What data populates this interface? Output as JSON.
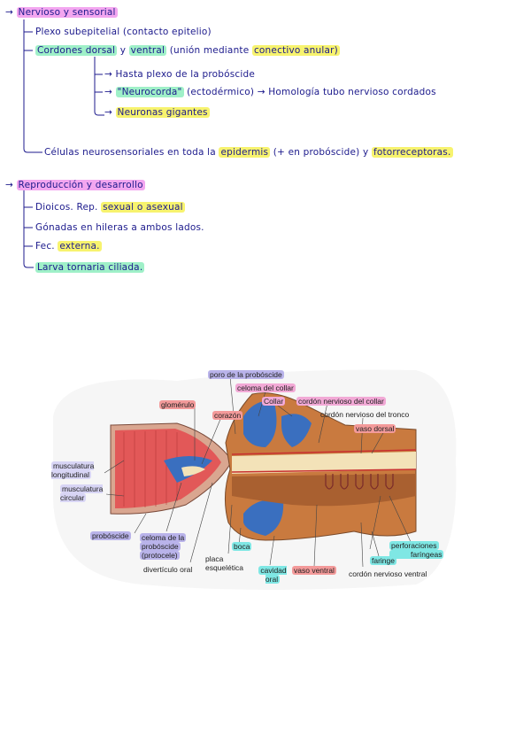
{
  "notes": {
    "section1": {
      "heading": "Nervioso y sensorial",
      "item1": "Plexo subepitelial (contacto epitelio)",
      "item2_a": "Cordones dorsal",
      "item2_b": "y",
      "item2_c": "ventral",
      "item2_d": "(unión mediante",
      "item2_e": "conectivo anular)",
      "sub1": "Hasta plexo de la probóscide",
      "sub2_a": "\"Neurocorda\"",
      "sub2_b": "(ectodérmico) → Homología tubo nervioso cordados",
      "sub3": "Neuronas gigantes",
      "item3_a": "Células neurosensoriales en toda la",
      "item3_b": "epidermis",
      "item3_c": "(+ en probóscide) y",
      "item3_d": "fotorreceptoras."
    },
    "section2": {
      "heading": "Reproducción y desarrollo",
      "item1_a": "Dioicos. Rep.",
      "item1_b": "sexual o asexual",
      "item2": "Gónadas en hileras a ambos lados.",
      "item3_a": "Fec.",
      "item3_b": "externa.",
      "item4": "Larva tornaria ciliada."
    }
  },
  "diagram_labels": {
    "poro": "poro de la probóscide",
    "celoma_collar": "celoma del collar",
    "glomerulo": "glomérulo",
    "collar": "Collar",
    "cordon_collar": "cordón nervioso del collar",
    "corazon": "corazón",
    "cordon_tronco": "cordón nervioso del tronco",
    "vaso_dorsal": "vaso dorsal",
    "musc_long": "musculatura longitudinal",
    "musc_circ": "musculatura circular",
    "proboscide": "probóscide",
    "celoma_prob_a": "celoma de la",
    "celoma_prob_b": "probóscide",
    "protocele": "(protocele)",
    "diverticulo": "divertículo oral",
    "placa": "placa esquelética",
    "boca": "boca",
    "cavidad": "cavidad oral",
    "vaso_ventral": "vaso ventral",
    "faringe": "faringe",
    "perforaciones_a": "perforaciones",
    "perforaciones_b": "faríngeas",
    "cordon_ventral": "cordón nervioso ventral"
  }
}
